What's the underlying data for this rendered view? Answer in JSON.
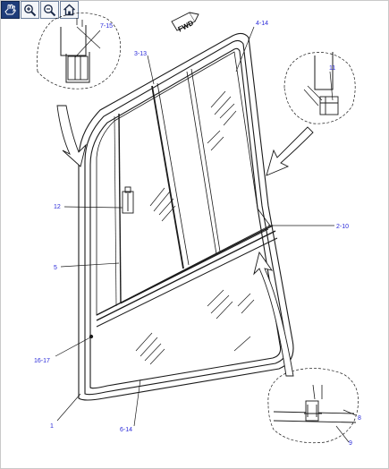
{
  "toolbar": {
    "buttons": [
      {
        "name": "pan-button",
        "icon": "hand-icon",
        "active": true
      },
      {
        "name": "zoom-in-button",
        "icon": "zoom-in-icon",
        "active": false
      },
      {
        "name": "zoom-out-button",
        "icon": "zoom-out-icon",
        "active": false
      },
      {
        "name": "home-button",
        "icon": "home-icon",
        "active": false
      }
    ],
    "accent": "#1f3d7a"
  },
  "diagram": {
    "direction_label": "FWD",
    "callouts": {
      "c_7_15": "7-15",
      "c_4_14": "4-14",
      "c_3_13": "3-13",
      "c_11": "11",
      "c_12": "12",
      "c_2_10": "2-10",
      "c_5": "5",
      "c_16_17": "16-17",
      "c_1": "1",
      "c_6_14": "6-14",
      "c_8": "8",
      "c_9": "9"
    },
    "callout_color": "#2b2bd9"
  }
}
